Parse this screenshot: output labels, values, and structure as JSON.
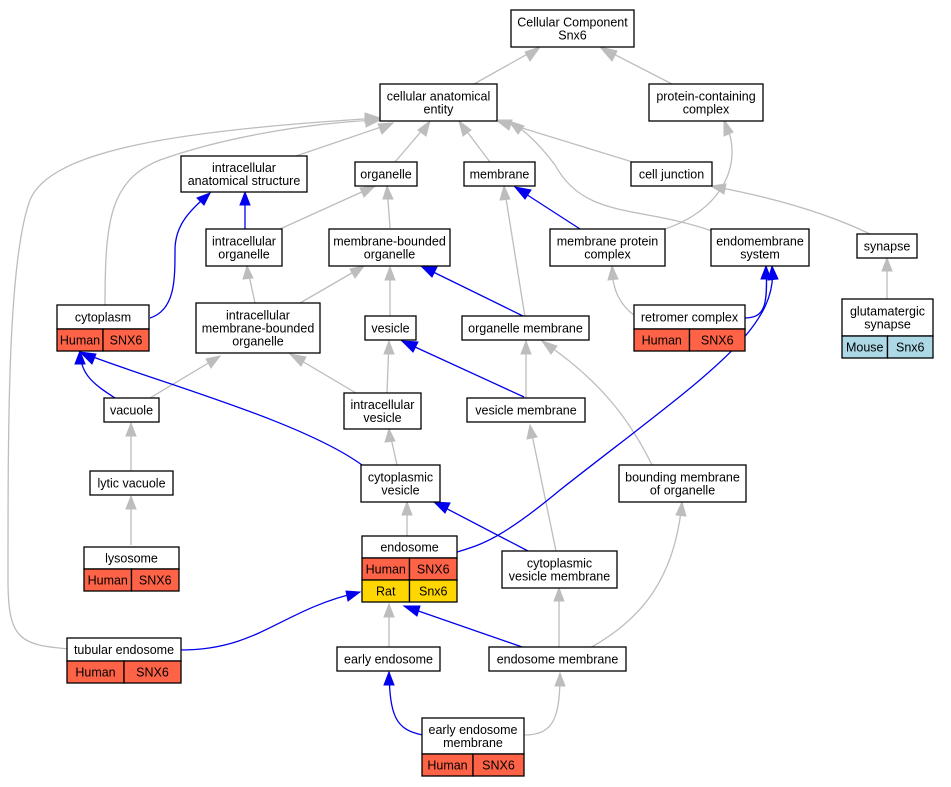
{
  "colors": {
    "human": "#ff6347",
    "rat": "#ffd700",
    "mouse": "#add8e6",
    "edge_is_a": "#bdbdbd",
    "edge_part_of": "#0000ee"
  },
  "nodes": {
    "root": {
      "lines": [
        "Cellular Component",
        "Snx6"
      ]
    },
    "cae": {
      "lines": [
        "cellular anatomical",
        "entity"
      ]
    },
    "pcc": {
      "lines": [
        "protein-containing",
        "complex"
      ]
    },
    "ias": {
      "lines": [
        "intracellular",
        "anatomical structure"
      ]
    },
    "organelle": {
      "lines": [
        "organelle"
      ]
    },
    "membrane": {
      "lines": [
        "membrane"
      ]
    },
    "celljunction": {
      "lines": [
        "cell junction"
      ]
    },
    "intorg": {
      "lines": [
        "intracellular",
        "organelle"
      ]
    },
    "mbo": {
      "lines": [
        "membrane-bounded",
        "organelle"
      ]
    },
    "mpc": {
      "lines": [
        "membrane protein",
        "complex"
      ]
    },
    "endomem": {
      "lines": [
        "endomembrane",
        "system"
      ]
    },
    "synapse": {
      "lines": [
        "synapse"
      ]
    },
    "cytoplasm": {
      "lines": [
        "cytoplasm"
      ],
      "species": [
        {
          "name": "Human",
          "gene": "SNX6"
        }
      ]
    },
    "imbo": {
      "lines": [
        "intracellular",
        "membrane-bounded",
        "organelle"
      ]
    },
    "vesicle": {
      "lines": [
        "vesicle"
      ]
    },
    "orgmem": {
      "lines": [
        "organelle membrane"
      ]
    },
    "retromer": {
      "lines": [
        "retromer complex"
      ],
      "species": [
        {
          "name": "Human",
          "gene": "SNX6"
        }
      ]
    },
    "glusyn": {
      "lines": [
        "glutamatergic",
        "synapse"
      ],
      "species": [
        {
          "name": "Mouse",
          "gene": "Snx6"
        }
      ]
    },
    "vacuole": {
      "lines": [
        "vacuole"
      ]
    },
    "intves": {
      "lines": [
        "intracellular",
        "vesicle"
      ]
    },
    "vesmem": {
      "lines": [
        "vesicle membrane"
      ]
    },
    "lytvac": {
      "lines": [
        "lytic vacuole"
      ]
    },
    "cytves": {
      "lines": [
        "cytoplasmic",
        "vesicle"
      ]
    },
    "bmo": {
      "lines": [
        "bounding membrane",
        "of organelle"
      ]
    },
    "lysosome": {
      "lines": [
        "lysosome"
      ],
      "species": [
        {
          "name": "Human",
          "gene": "SNX6"
        }
      ]
    },
    "endosome": {
      "lines": [
        "endosome"
      ],
      "species": [
        {
          "name": "Human",
          "gene": "SNX6"
        },
        {
          "name": "Rat",
          "gene": "Snx6"
        }
      ]
    },
    "cvm": {
      "lines": [
        "cytoplasmic",
        "vesicle membrane"
      ]
    },
    "tubend": {
      "lines": [
        "tubular endosome"
      ],
      "species": [
        {
          "name": "Human",
          "gene": "SNX6"
        }
      ]
    },
    "earlyend": {
      "lines": [
        "early endosome"
      ]
    },
    "endmem": {
      "lines": [
        "endosome membrane"
      ]
    },
    "eem": {
      "lines": [
        "early endosome",
        "membrane"
      ],
      "species": [
        {
          "name": "Human",
          "gene": "SNX6"
        }
      ]
    }
  }
}
